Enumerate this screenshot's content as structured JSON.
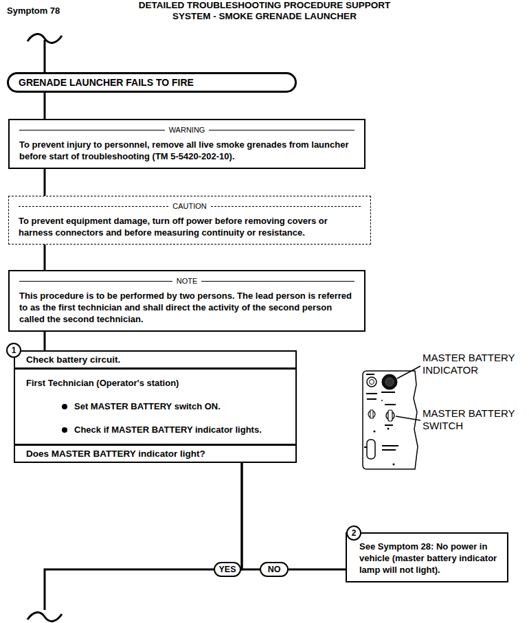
{
  "diagram": {
    "title": "DETAILED TROUBLESHOOTING PROCEDURE SUPPORT SYSTEM - SMOKE GRENADE LAUNCHER",
    "nodes": [
      {
        "text": [
          "GRENADE LAUNCHER FAILS TO FIRE"
        ]
      },
      {
        "text": [
          "WARNING",
          "To prevent injury to personnel, remove all live smoke grenades from launcher before start of troubleshooting (TM 5-5420-202-10)."
        ]
      },
      {
        "text": [
          "CAUTION",
          "To prevent equipment damage, turn off power before removing covers or harness connectors and before measuring continuity or resistance."
        ]
      },
      {
        "text": [
          "NOTE",
          "This procedure is to be performed by two persons. The lead person is referred to as the first technician and shall direct the activity of the second person called the second technician."
        ]
      },
      {
        "text": [
          "Check battery circuit.",
          "First Technician (Operator's station)",
          "Set MASTER BATTERY switch ON.",
          "Check if MASTER BATTERY indicator lights.",
          "Does MASTER BATTERY indicator light?"
        ]
      },
      {
        "text": [
          "YES"
        ]
      },
      {
        "text": [
          "NO"
        ]
      },
      {
        "text": [
          "See Symptom 28: No power in vehicle (master battery indicator lamp will not light)."
        ]
      }
    ],
    "edges": [
      {
        "from": 0,
        "to": 1,
        "arrow": "none"
      },
      {
        "from": 1,
        "to": 2,
        "arrow": "none"
      },
      {
        "from": 2,
        "to": 3,
        "arrow": "none"
      },
      {
        "from": 3,
        "to": 4,
        "arrow": "none"
      },
      {
        "from": 4,
        "to": 5,
        "arrow": "none"
      },
      {
        "from": 4,
        "to": 6,
        "arrow": "none"
      },
      {
        "from": 6,
        "to": 7,
        "arrow": "none"
      }
    ],
    "labels": [
      "Symptom 78",
      "1",
      "2",
      "MASTER BATTERY INDICATOR",
      "MASTER BATTERY SWITCH"
    ]
  }
}
